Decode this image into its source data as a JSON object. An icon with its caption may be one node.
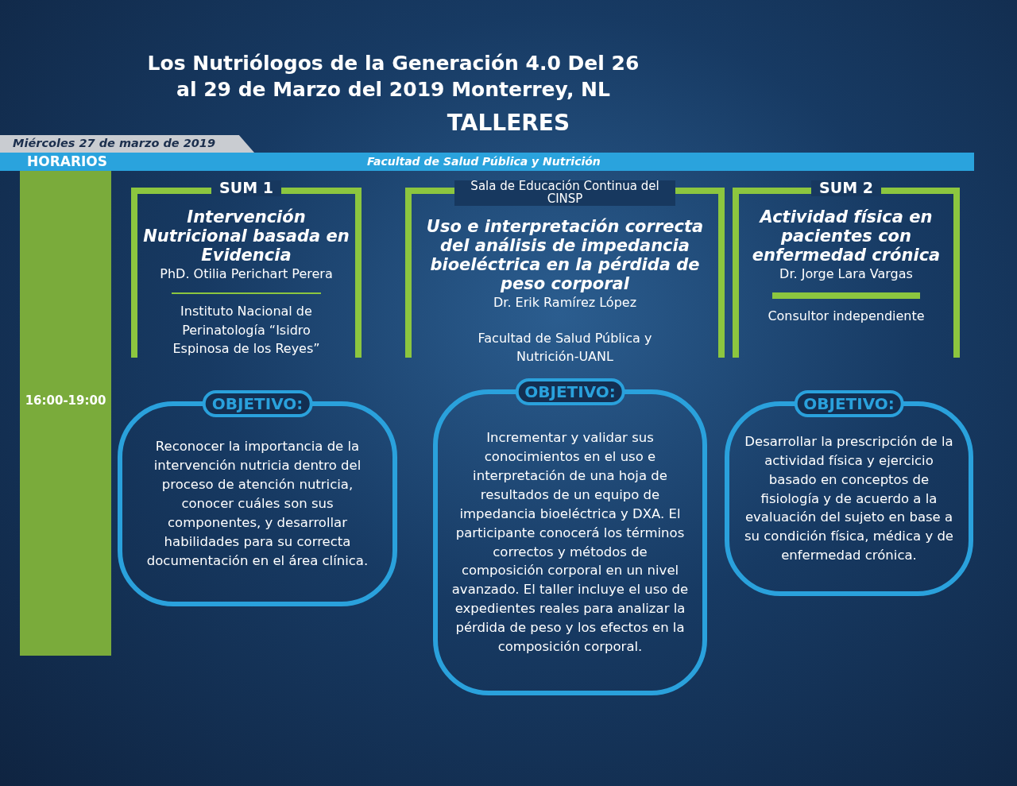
{
  "diagram": {
    "title": "Los Nutriólogos de la Generación 4.0 Del 26 al 29 de Marzo del 2019 Monterrey, NL",
    "nodes": [
      {
        "text": [
          "Miércoles 27 de marzo de 2019"
        ]
      },
      {
        "text": [
          "HORARIOS",
          "Facultad de Salud Pública y Nutrición"
        ]
      },
      {
        "text": [
          "16:00-19:00"
        ]
      },
      {
        "text": [
          "SUM 1",
          "Intervención Nutricional basada en Evidencia",
          "PhD. Otilia Perichart Perera",
          "Instituto Nacional de Perinatología “Isidro Espinosa de los Reyes”"
        ]
      },
      {
        "text": [
          "OBJETIVO:",
          "Reconocer la importancia de la intervención nutricia dentro del proceso de atención nutricia, conocer cuáles son sus componentes, y desarrollar habilidades para su correcta documentación en el área clínica."
        ]
      },
      {
        "text": [
          "Sala de Educación Continua del CINSP",
          "Uso e interpretación correcta del análisis de impedancia bioeléctrica en la pérdida de peso corporal",
          "Dr. Erik Ramírez López",
          "Facultad de Salud Pública y Nutrición-UANL"
        ]
      },
      {
        "text": [
          "OBJETIVO:",
          "Incrementar y validar sus conocimientos en el uso e interpretación de una hoja de resultados de un equipo de impedancia bioeléctrica y DXA. El participante conocerá los términos correctos y métodos de composición corporal en un nivel avanzado. El taller incluye el uso de expedientes reales para analizar la pérdida de peso y los efectos en la composición corporal."
        ]
      },
      {
        "text": [
          "SUM 2",
          "Actividad física en pacientes con enfermedad crónica",
          "Dr. Jorge Lara Vargas",
          "Consultor independiente"
        ]
      },
      {
        "text": [
          "OBJETIVO:",
          "Desarrollar la prescripción de la actividad física y ejercicio basado en conceptos de fisiología y de acuerdo a la evaluación del sujeto en base a su condición física, médica y de enfermedad crónica."
        ]
      }
    ],
    "labels": [
      "TALLERES"
    ]
  }
}
